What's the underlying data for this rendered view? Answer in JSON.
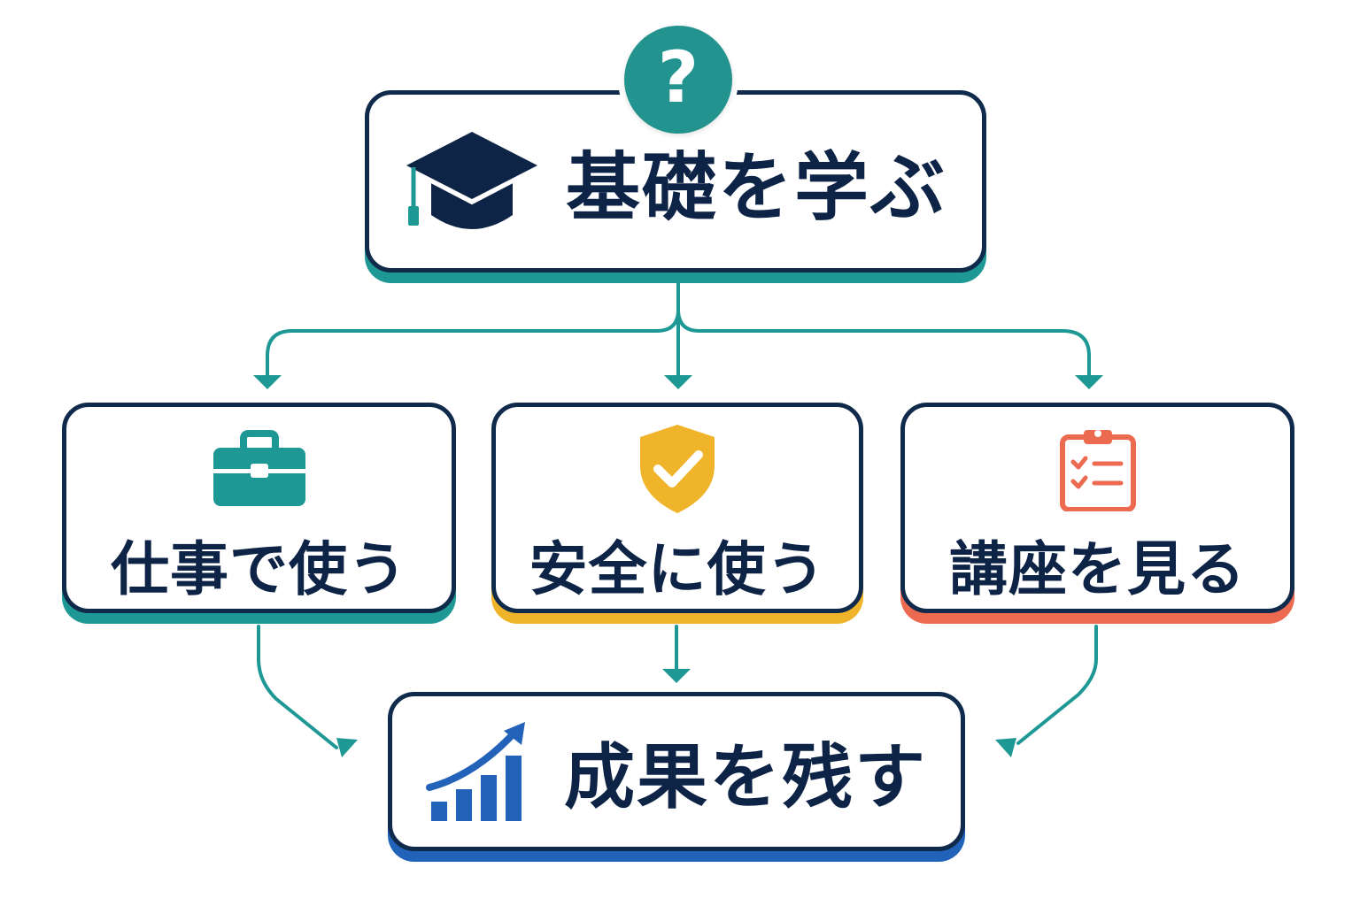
{
  "nodes": {
    "top": {
      "label": "基礎を学ぶ",
      "icon": "graduation-cap-icon"
    },
    "work": {
      "label": "仕事で使う",
      "icon": "briefcase-icon"
    },
    "safe": {
      "label": "安全に使う",
      "icon": "shield-check-icon"
    },
    "course": {
      "label": "講座を見る",
      "icon": "clipboard-checklist-icon"
    },
    "bottom": {
      "label": "成果を残す",
      "icon": "growth-chart-icon"
    }
  },
  "badge": {
    "text": "?",
    "icon": "question-icon"
  },
  "colors": {
    "navy": "#0d2447",
    "teal": "#1e9894",
    "yellow": "#f0b42a",
    "coral": "#ec6a50",
    "blue": "#2262b9",
    "connector": "#1e9894"
  }
}
